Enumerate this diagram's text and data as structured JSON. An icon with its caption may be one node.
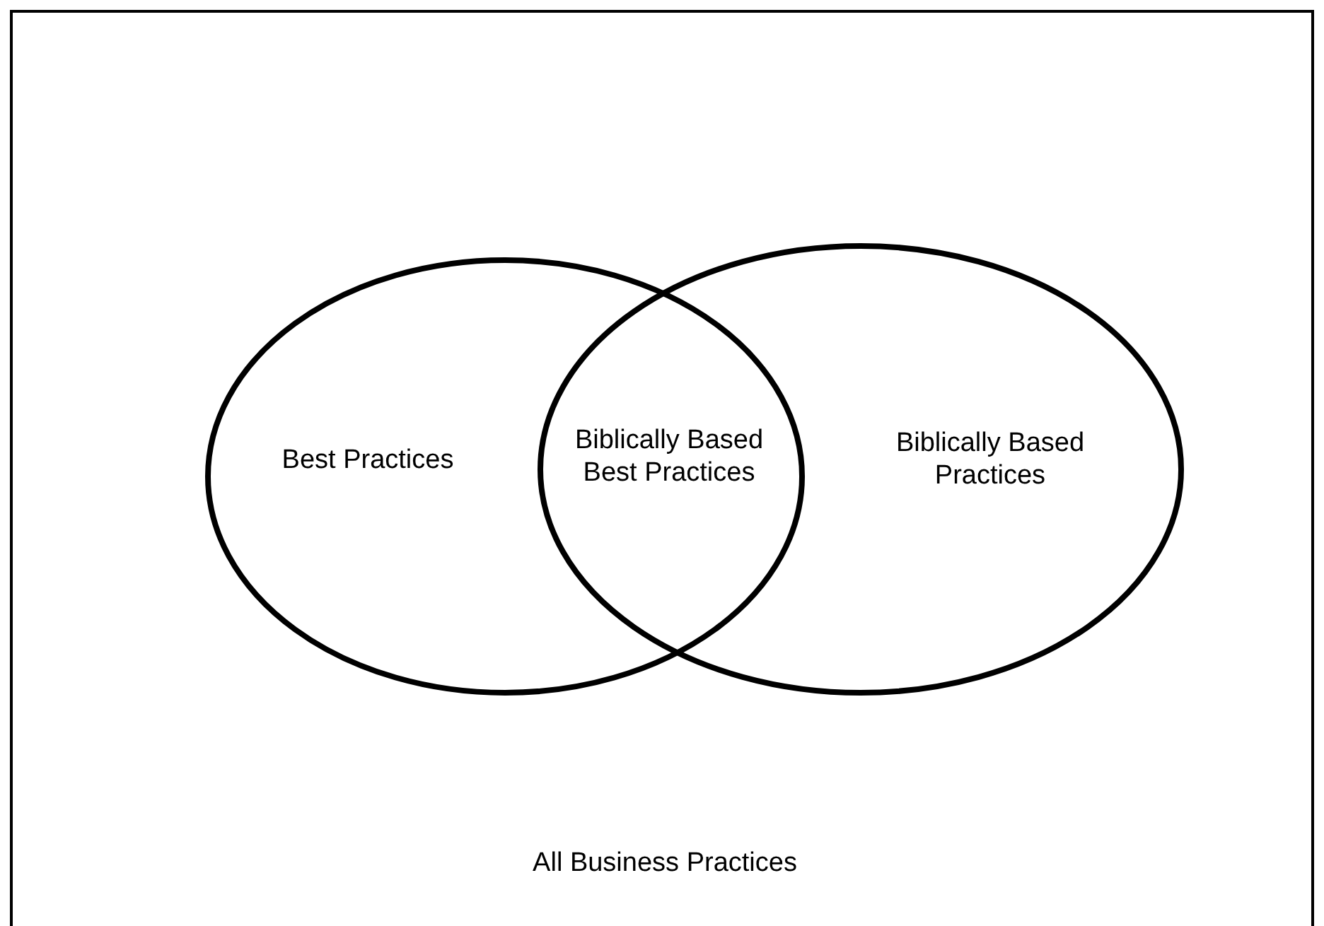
{
  "diagram": {
    "nodes": [
      {
        "text": [
          "All Business Practices"
        ]
      },
      {
        "text": [
          "Best Practices"
        ],
        "in": 0
      },
      {
        "text": [
          "Biblically Based Practices"
        ],
        "in": 0
      },
      {
        "text": [
          "Biblically Based Best Practices"
        ]
      }
    ],
    "edges": []
  }
}
